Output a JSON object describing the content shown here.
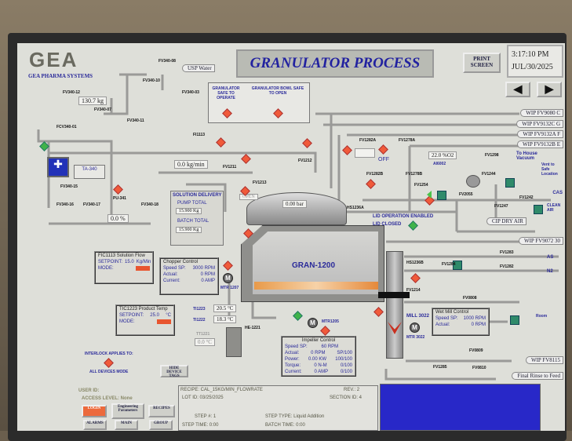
{
  "header": {
    "logo": "GEA",
    "company": "GEA PHARMA SYSTEMS",
    "title": "GRANULATOR PROCESS",
    "print_label": "PRINT SCREEN",
    "time": "3:17:10 PM",
    "date": "JUL/30/2025",
    "prev_icon": "left-arrow-icon",
    "next_icon": "right-arrow-icon"
  },
  "status": {
    "safe_operate": "GRANULATOR SAFE TO OPERATE",
    "safe_open": "GRANULATOR BOWL SAFE TO OPEN",
    "lid_enabled": "LID OPERATION ENABLED",
    "lid_closed": "LID CLOSED"
  },
  "water": {
    "source": "USP Water",
    "weight": "130.7 kg",
    "tank": "TA-340",
    "flow": "0.0 kg/min",
    "pump_pct": "0.0 %",
    "open_label": "OPEN",
    "pressure": "0.00 bar",
    "o2": "22.0 %O2",
    "o2_tag": "AI6002",
    "off_label": "OFF"
  },
  "valves": [
    "FV340-08",
    "FV340-10",
    "FV340-03",
    "FV340-12",
    "FV340-07",
    "FV340-11",
    "FCV340-01",
    "FV340-15",
    "FV340-16",
    "FV340-17",
    "FV340-18",
    "PU-341",
    "FI1113",
    "FV1211",
    "FV1213",
    "FV1212",
    "FV1282A",
    "FV1278A",
    "FV1282B",
    "FV1278B",
    "FV1254",
    "FV1298",
    "FV1244",
    "FV2055",
    "FV1242",
    "FV1247",
    "HS1236A",
    "HS1236B",
    "FV1284",
    "FV1283",
    "FV1285",
    "FV1214",
    "FV0808",
    "FV0809",
    "FV1282",
    "FV0810",
    "MILL 3022"
  ],
  "wip": [
    "WIP FV9080 C",
    "WIP FV9132C G",
    "WIP FV9132A F",
    "WIP FV9132B E",
    "WIP FV9072 30",
    "WIP FV8115",
    "Final Rinse to Feed"
  ],
  "destinations": {
    "vacuum": "To House Vacuum",
    "vent": "Vent to Safe Location",
    "cas": "CAS",
    "clean_air": "CLEAN AIR",
    "cip": "CIP DRY AIR",
    "as": "AS",
    "n2": "N2",
    "room": "Room"
  },
  "solution_delivery": {
    "title": "SOLUTION DELIVERY",
    "pump_total_label": "PUMP TOTAL",
    "pump_total": "15.900 Kg",
    "batch_total_label": "BATCH TOTAL",
    "batch_total": "15.900 Kg"
  },
  "fic1113": {
    "title": "FIC1113 Solution Flow",
    "setpoint_label": "SETPOINT:",
    "setpoint": "15.0",
    "unit": "Kg/Min",
    "mode_label": "MODE:"
  },
  "tic1223": {
    "title": "TIC1223 Product Temp",
    "setpoint_label": "SETPOINT:",
    "setpoint": "25.0",
    "unit": "°C",
    "mode_label": "MODE:",
    "t1": "20.5 °C",
    "t2": "18.3 °C",
    "t3": "0.0 °C",
    "tag1": "TI1223",
    "tag2": "TI1222",
    "tag3": "TT1221",
    "hx": "HE-1221"
  },
  "chopper": {
    "title": "Chopper Control",
    "speed_label": "Speed SP:",
    "speed": "3000 RPM",
    "actual_label": "Actual:",
    "actual": "0 RPM",
    "current_label": "Current:",
    "current": "0 AMP",
    "motor": "MTR 1207"
  },
  "impeller": {
    "title": "Impeller Control",
    "rows": [
      [
        "Speed SP:",
        "60 RPM",
        ""
      ],
      [
        "Actual:",
        "0 RPM",
        "SP/100"
      ],
      [
        "Power:",
        "0.00 KW",
        "100/100"
      ],
      [
        "Torque:",
        "0 N-M",
        "0/100"
      ],
      [
        "Current:",
        "0 AMP",
        "0/100"
      ]
    ],
    "motor": "MTR1205"
  },
  "mill": {
    "title": "Wet Mill Control",
    "speed_label": "Speed SP:",
    "speed": "1000 RPM",
    "actual_label": "Actual:",
    "actual": "0 RPM",
    "motor": "MTR 3022"
  },
  "vessel": "GRAN-1200",
  "interlock": {
    "line1": "INTERLOCK APPLIES TO:",
    "line2": "ALL DEVICES MODE",
    "hide_label": "HIDE DEVICE TAGS"
  },
  "footer": {
    "user": "USER ID:",
    "access": "ACCESS LEVEL: None",
    "recipe": "RECIPE: CAL_15KG/MIN_FLOWRATE",
    "rev": "REV.: 2",
    "lot": "LOT ID: 03/25/2025",
    "section": "SECTION ID: 4",
    "step": "STEP #: 1",
    "step_type": "STEP TYPE: Liquid Addition",
    "step_time": "STEP TIME: 0:00",
    "batch_time": "BATCH TIME: 0:00",
    "buttons": [
      "LOGIN",
      "Engineering Parameters",
      "RECIPES",
      "ALARMS",
      "MAIN",
      "GROUP"
    ]
  }
}
